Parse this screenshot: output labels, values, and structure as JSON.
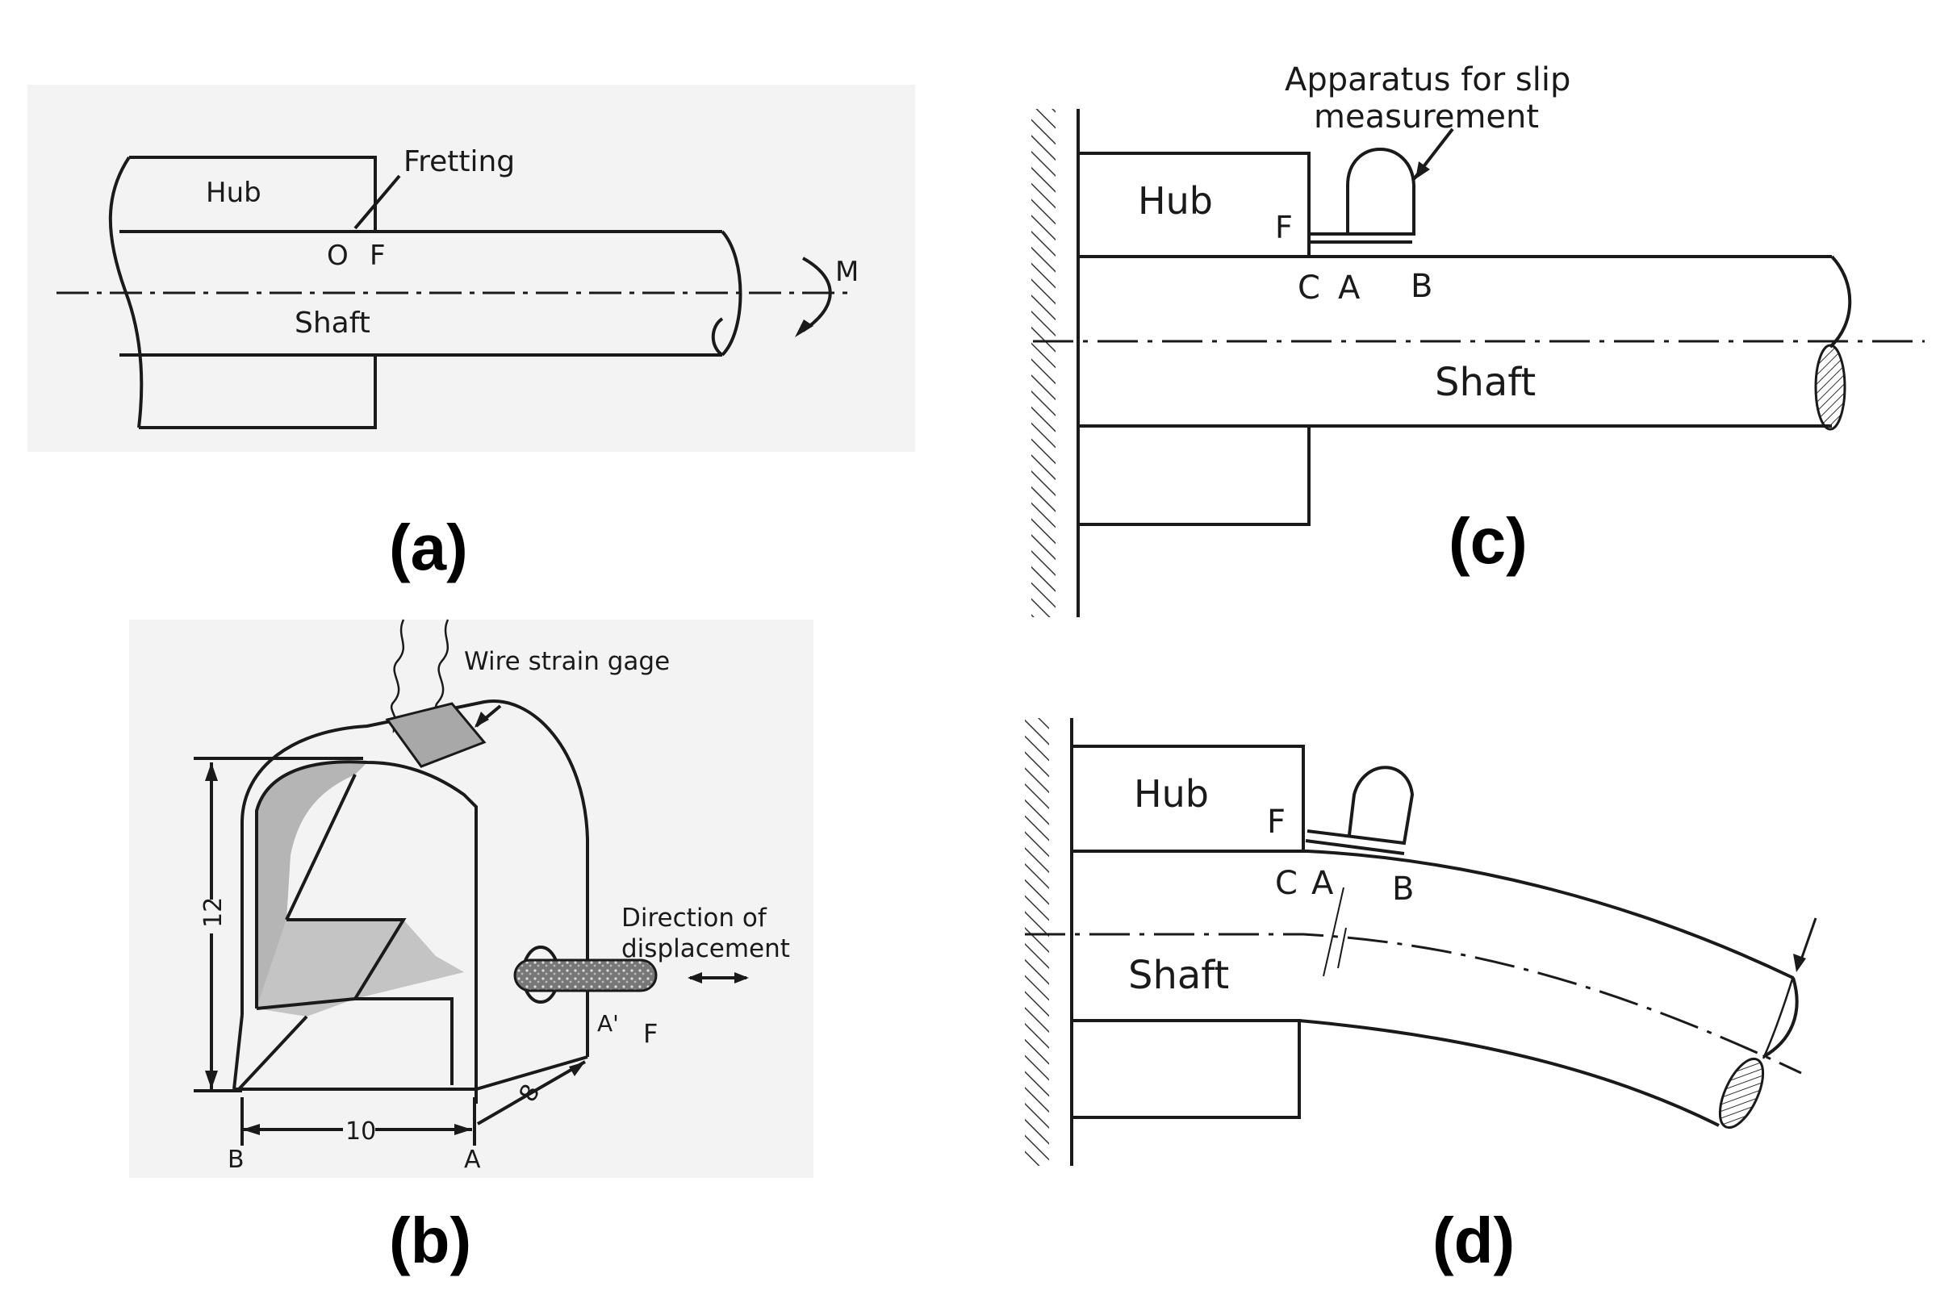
{
  "panel_a": {
    "caption": "(a)",
    "hub": "Hub",
    "fretting": "Fretting",
    "o": "O",
    "f": "F",
    "shaft": "Shaft",
    "m": "M"
  },
  "panel_b": {
    "caption": "(b)",
    "gage": "Wire strain gage",
    "direction_1": "Direction of",
    "direction_2": "displacement",
    "dim_height": "12",
    "dim_width": "10",
    "dim_depth": "8",
    "b": "B",
    "a": "A",
    "a_prime": "A'",
    "f": "F"
  },
  "panel_c": {
    "caption": "(c)",
    "apparatus_1": "Apparatus for slip",
    "apparatus_2": "measurement",
    "hub": "Hub",
    "f": "F",
    "c": "C",
    "a": "A",
    "b": "B",
    "shaft": "Shaft"
  },
  "panel_d": {
    "caption": "(d)",
    "hub": "Hub",
    "f": "F",
    "c": "C",
    "a": "A",
    "b": "B",
    "shaft": "Shaft"
  },
  "colors": {
    "line": "#1a1a1a",
    "paper": "#ffffff",
    "scan_bg": "#f3f3f3",
    "gage_fill": "#b5b5b5",
    "hatch": "#333333"
  }
}
